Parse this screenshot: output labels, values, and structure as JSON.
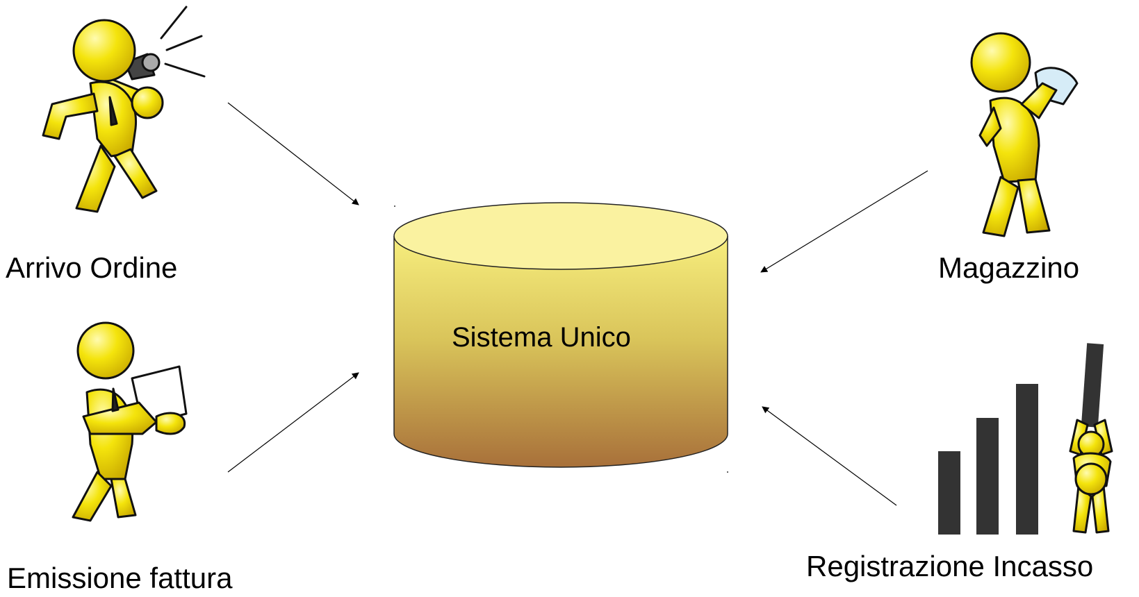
{
  "center": {
    "label": "Sistema Unico",
    "shape": "database-cylinder-icon"
  },
  "actors": [
    {
      "label": "Arrivo Ordine",
      "icon": "figure-with-megaphone-icon"
    },
    {
      "label": "Emissione fattura",
      "icon": "figure-reading-document-icon"
    },
    {
      "label": "Magazzino",
      "icon": "figure-holding-papers-icon"
    },
    {
      "label": "Registrazione Incasso",
      "icon": "figure-lifting-bar-chart-icon"
    }
  ],
  "colors": {
    "figure": "#f2e20a",
    "figure_outline": "#111111",
    "cylinder_top": "#faf2a0",
    "cylinder_bottom": "#a8703a",
    "bars": "#333333",
    "arrow": "#000000"
  }
}
